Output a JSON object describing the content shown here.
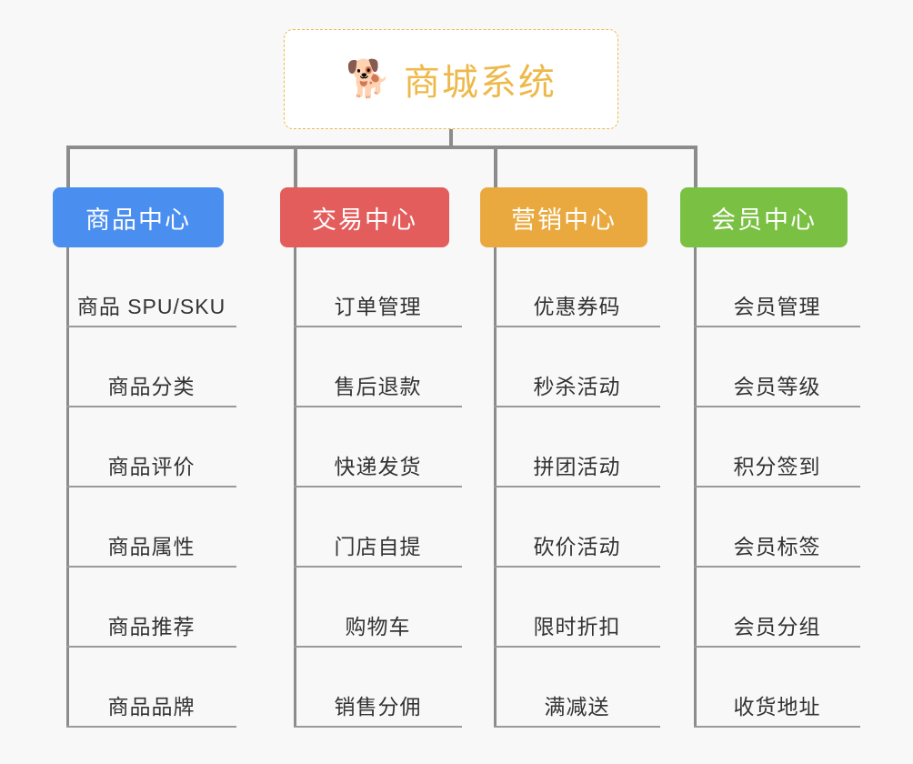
{
  "background_color": "#f8f8f8",
  "root": {
    "icon": "shiba-dog-face-emoji",
    "emoji": "🐕",
    "title": "商城系统",
    "border_color": "#edb94a",
    "text_color": "#edb94a",
    "fill_color": "#ffffff"
  },
  "connector_color": "#8c8c8c",
  "branches": [
    {
      "key": "product-center",
      "label": "商品中心",
      "color": "#4a8ef0",
      "children": [
        {
          "label": "商品 SPU/SKU"
        },
        {
          "label": "商品分类"
        },
        {
          "label": "商品评价"
        },
        {
          "label": "商品属性"
        },
        {
          "label": "商品推荐"
        },
        {
          "label": "商品品牌"
        }
      ]
    },
    {
      "key": "trade-center",
      "label": "交易中心",
      "color": "#e35d5d",
      "children": [
        {
          "label": "订单管理"
        },
        {
          "label": "售后退款"
        },
        {
          "label": "快递发货"
        },
        {
          "label": "门店自提"
        },
        {
          "label": "购物车"
        },
        {
          "label": "销售分佣"
        }
      ]
    },
    {
      "key": "marketing-center",
      "label": "营销中心",
      "color": "#eaa93f",
      "children": [
        {
          "label": "优惠券码"
        },
        {
          "label": "秒杀活动"
        },
        {
          "label": "拼团活动"
        },
        {
          "label": "砍价活动"
        },
        {
          "label": "限时折扣"
        },
        {
          "label": "满减送"
        }
      ]
    },
    {
      "key": "member-center",
      "label": "会员中心",
      "color": "#7ac143",
      "children": [
        {
          "label": "会员管理"
        },
        {
          "label": "会员等级"
        },
        {
          "label": "积分签到"
        },
        {
          "label": "会员标签"
        },
        {
          "label": "会员分组"
        },
        {
          "label": "收货地址"
        }
      ]
    }
  ]
}
